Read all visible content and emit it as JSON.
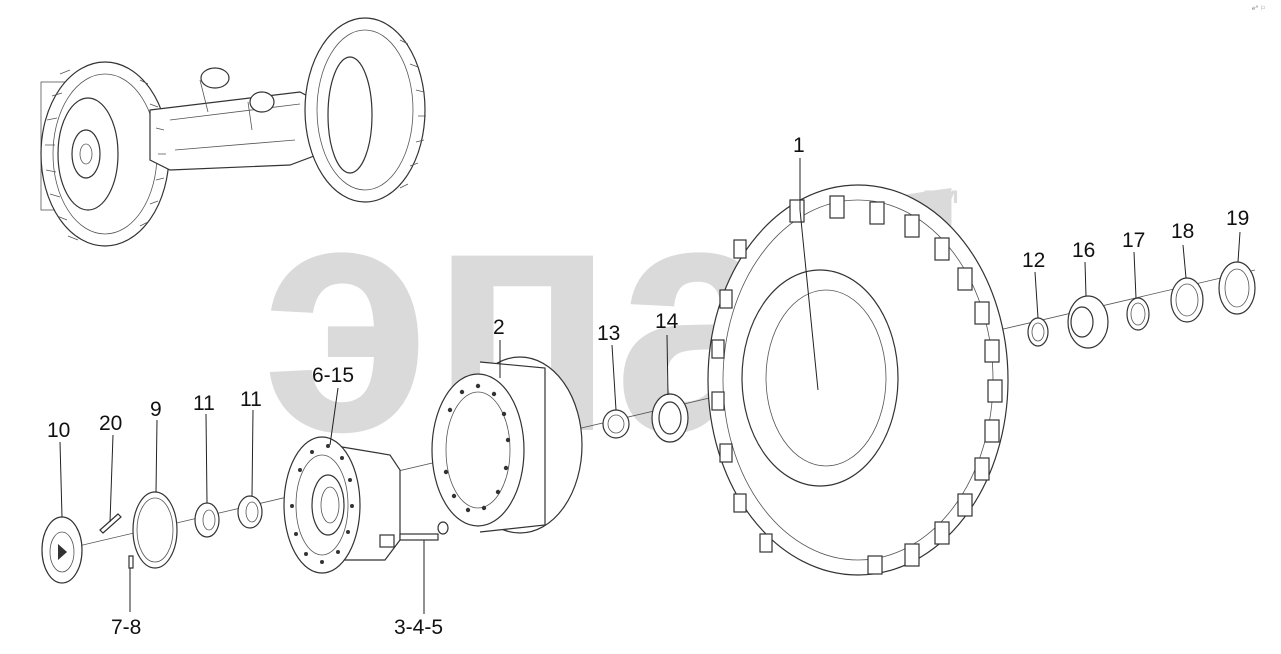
{
  "watermark": {
    "text": "эпаб",
    "mark": "™"
  },
  "corner_note": "ℯ° ⚐",
  "labels": {
    "l1": "1",
    "l2": "2",
    "l12": "12",
    "l13": "13",
    "l14": "14",
    "l16": "16",
    "l17": "17",
    "l18": "18",
    "l19": "19",
    "l6_15": "6-15",
    "l11a": "11",
    "l11b": "11",
    "l9": "9",
    "l20": "20",
    "l10": "10",
    "l7_8": "7-8",
    "l3_4_5": "3-4-5"
  }
}
